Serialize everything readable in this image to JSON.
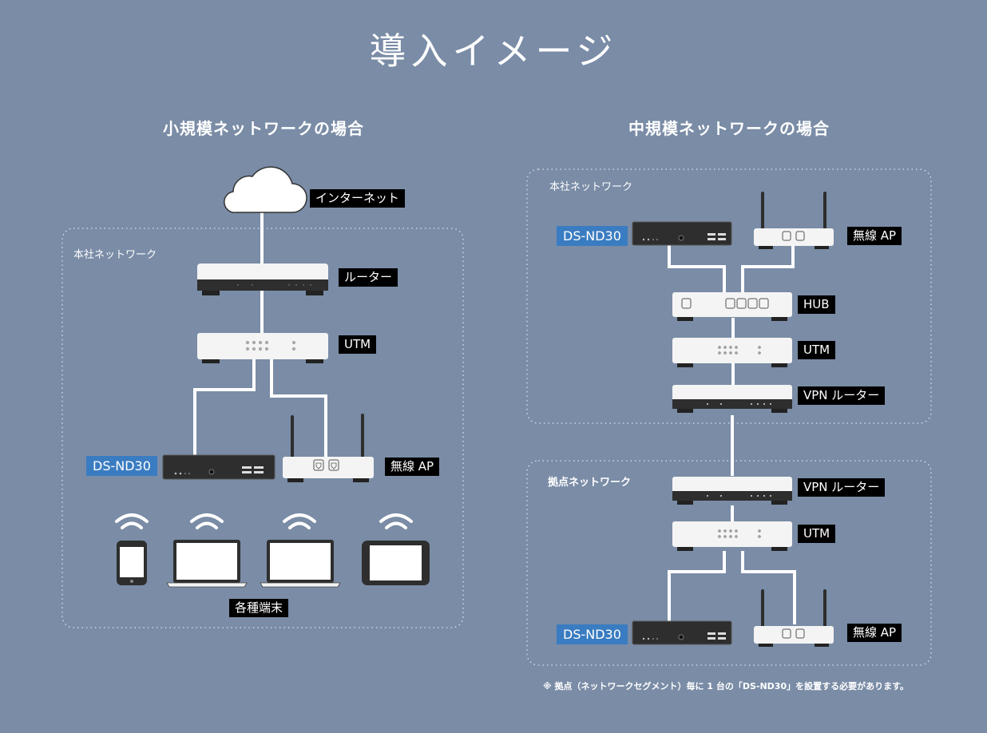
{
  "page": {
    "title": "導入イメージ",
    "colors": {
      "background": "#7a8ca6",
      "label_bg": "#000000",
      "product_label_bg": "#3a7cc1",
      "device_body": "#f4f4f4",
      "device_dark": "#2e2e2e"
    }
  },
  "small": {
    "heading": "小規模ネットワークの場合",
    "zone_label": "本社ネットワーク",
    "internet_label": "インターネット",
    "router_label": "ルーター",
    "utm_label": "UTM",
    "product_label": "DS-ND30",
    "ap_label": "無線 AP",
    "terminals_label": "各種端末"
  },
  "medium": {
    "heading": "中規模ネットワークの場合",
    "hq_zone_label": "本社ネットワーク",
    "hq_product_label": "DS-ND30",
    "hq_ap_label": "無線 AP",
    "hub_label": "HUB",
    "hq_utm_label": "UTM",
    "hq_vpn_label": "VPN ルーター",
    "branch_zone_label": "拠点ネットワーク",
    "branch_vpn_label": "VPN ルーター",
    "branch_utm_label": "UTM",
    "branch_product_label": "DS-ND30",
    "branch_ap_label": "無線 AP",
    "footnote": "※ 拠点（ネットワークセグメント）毎に 1 台の「DS-ND30」を設置する必要があります。"
  },
  "icons": [
    "cloud-icon",
    "router-icon",
    "utm-icon",
    "nas-icon",
    "access-point-icon",
    "hub-icon",
    "vpn-router-icon",
    "wifi-icon",
    "smartphone-icon",
    "laptop-icon",
    "tablet-icon"
  ]
}
